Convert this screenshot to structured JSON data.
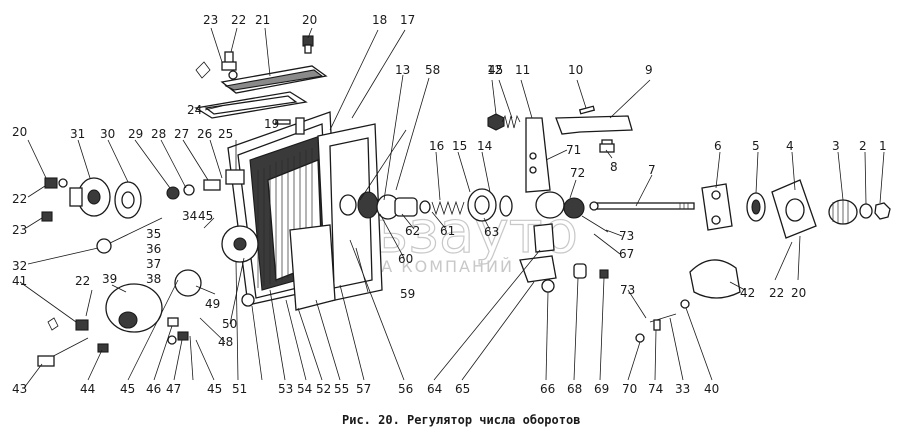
{
  "caption": "Рис. 20. Регулятор числа оборотов",
  "watermark": {
    "main": "эльзауто",
    "sub": "ГРУППА КОМПАНИЙ"
  },
  "callouts": [
    "1",
    "2",
    "3",
    "4",
    "5",
    "6",
    "7",
    "8",
    "9",
    "10",
    "11",
    "12",
    "13",
    "14",
    "15",
    "16",
    "17",
    "18",
    "19",
    "20",
    "20",
    "20",
    "21",
    "22",
    "22",
    "22",
    "22",
    "23",
    "23",
    "24",
    "25",
    "26",
    "27",
    "28",
    "29",
    "30",
    "31",
    "32",
    "33",
    "34",
    "35",
    "36",
    "37",
    "38",
    "39",
    "40",
    "41",
    "42",
    "43",
    "44",
    "45",
    "45",
    "45",
    "45",
    "46",
    "47",
    "48",
    "49",
    "50",
    "51",
    "52",
    "53",
    "54",
    "55",
    "56",
    "57",
    "58",
    "59",
    "60",
    "61",
    "62",
    "63",
    "64",
    "65",
    "66",
    "67",
    "68",
    "69",
    "70",
    "71",
    "72",
    "73",
    "73",
    "74"
  ]
}
